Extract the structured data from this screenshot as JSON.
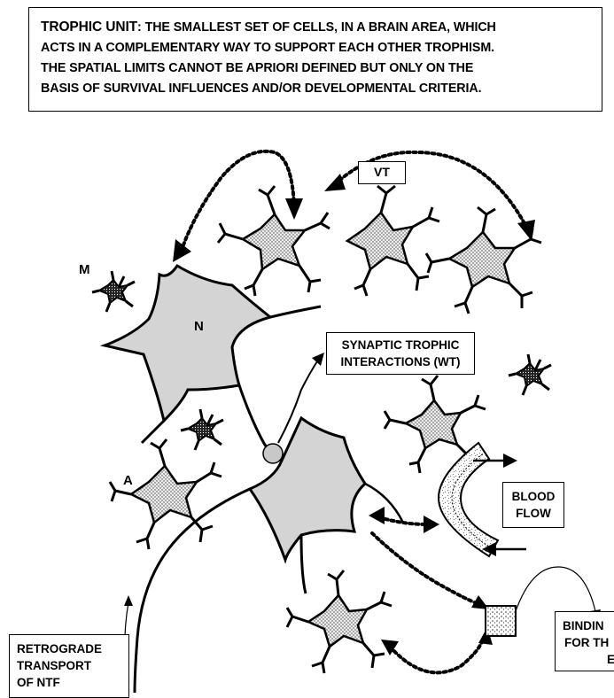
{
  "definition": {
    "term": "TROPHIC UNIT",
    "lines": [
      ": THE SMALLEST SET OF CELLS, IN A BRAIN AREA, WHICH",
      "ACTS IN A COMPLEMENTARY WAY TO SUPPORT EACH OTHER TROPHISM.",
      "THE SPATIAL LIMITS CANNOT BE APRIORI DEFINED BUT ONLY ON THE",
      "BASIS OF SURVIVAL INFLUENCES AND/OR DEVELOPMENTAL CRITERIA."
    ]
  },
  "labels": {
    "vt": "VT",
    "m": "M",
    "n": "N",
    "a": "A",
    "synaptic": [
      "SYNAPTIC TROPHIC",
      "INTERACTIONS (WT)"
    ],
    "blood_flow": [
      "BLOOD",
      "FLOW"
    ],
    "binding": [
      "BINDIN",
      "FOR TH",
      "E"
    ],
    "retrograde": [
      "RETROGRADE",
      "TRANSPORT",
      "OF NTF"
    ]
  },
  "colors": {
    "line": "#000000",
    "neuron_fill": "#d4d4d4",
    "astrocyte_fill": "#e6e6e6",
    "microglia_fill": "#4a4a4a"
  }
}
